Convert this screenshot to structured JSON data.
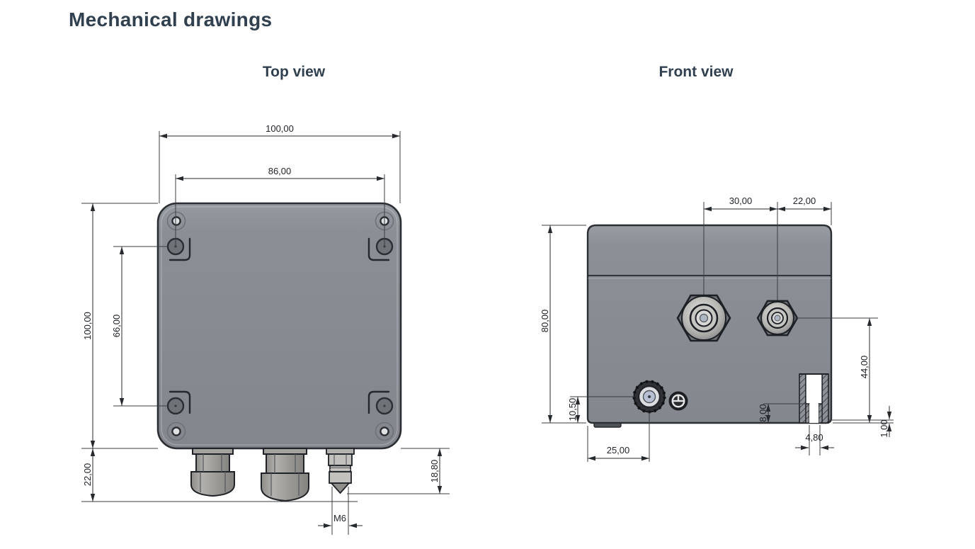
{
  "page": {
    "title": "Mechanical drawings"
  },
  "top_view": {
    "label": "Top view",
    "dims": {
      "overall_width": "100,00",
      "mount_hole_spacing_x": "86,00",
      "overall_depth": "100,00",
      "mount_hole_spacing_y": "66,00",
      "gland_protrusion": "22,00",
      "vent_protrusion": "18,80",
      "vent_thread": "M6"
    }
  },
  "front_view": {
    "label": "Front view",
    "dims": {
      "gland_spacing": "30,00",
      "gland_to_edge": "22,00",
      "overall_height": "80,00",
      "connector_center_height": "10,50",
      "connector_center_offset": "25,00",
      "small_gland_center_height": "44,00",
      "counterbore_depth": "8,00",
      "base_lip_height": "1,00",
      "mount_hole_diameter": "4,80"
    }
  },
  "colors": {
    "heading": "#31404f",
    "enclosure_fill": "#878c92",
    "drawing_line": "#26292d"
  }
}
